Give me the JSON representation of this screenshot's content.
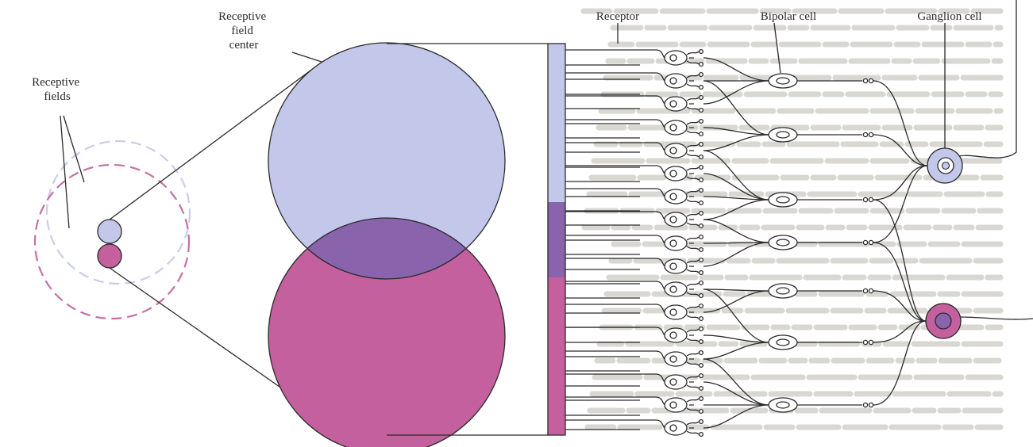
{
  "labels": {
    "receptive_fields": [
      "Receptive",
      "fields"
    ],
    "receptive_field_center": [
      "Receptive",
      "field",
      "center"
    ],
    "receptor": "Receptor",
    "bipolar_cell": "Bipolar cell",
    "ganglion_cell": "Ganglion cell"
  },
  "colors": {
    "blue_field": "#c3c8ea",
    "magenta_field": "#c4609e",
    "overlap": "#8a63ad",
    "blue_dashed": "#c9cde8",
    "magenta_dashed": "#c470a4",
    "background_text": "#d9d7d2"
  }
}
